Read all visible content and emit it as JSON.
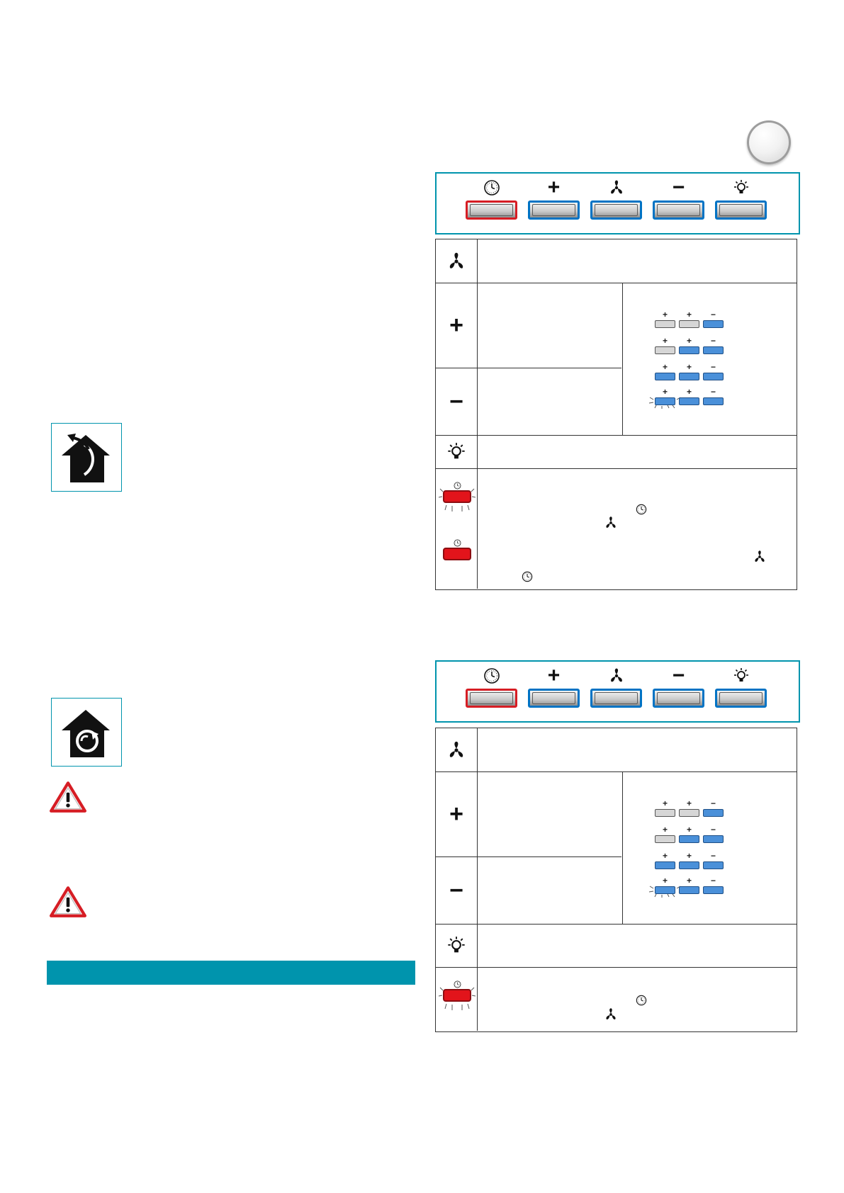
{
  "badge": {
    "label": ""
  },
  "panel_icons": [
    "clock-icon",
    "plus-icon",
    "fan-icon",
    "minus-icon",
    "light-icon"
  ],
  "panel_symbols": {
    "plus": "+",
    "minus": "−"
  },
  "table_symbols": {
    "plus": "+",
    "minus": "−"
  },
  "speed_indicators": [
    {
      "level": 1,
      "states": [
        "off",
        "off",
        "on"
      ]
    },
    {
      "level": 2,
      "states": [
        "off",
        "on",
        "on"
      ]
    },
    {
      "level": 3,
      "states": [
        "on",
        "on",
        "on"
      ]
    },
    {
      "level": 4,
      "states": [
        "blink",
        "on",
        "on"
      ]
    }
  ],
  "colors": {
    "accent": "#0094ad",
    "button_blue": "#0073c4",
    "button_red": "#d61d24",
    "indicator_on": "#4a90d9",
    "indicator_off": "#d6d6d6"
  },
  "house_icons": [
    "house-recirculation-out-icon",
    "house-recirculation-in-icon"
  ],
  "warning_icons": [
    "warning-icon",
    "warning-icon"
  ]
}
